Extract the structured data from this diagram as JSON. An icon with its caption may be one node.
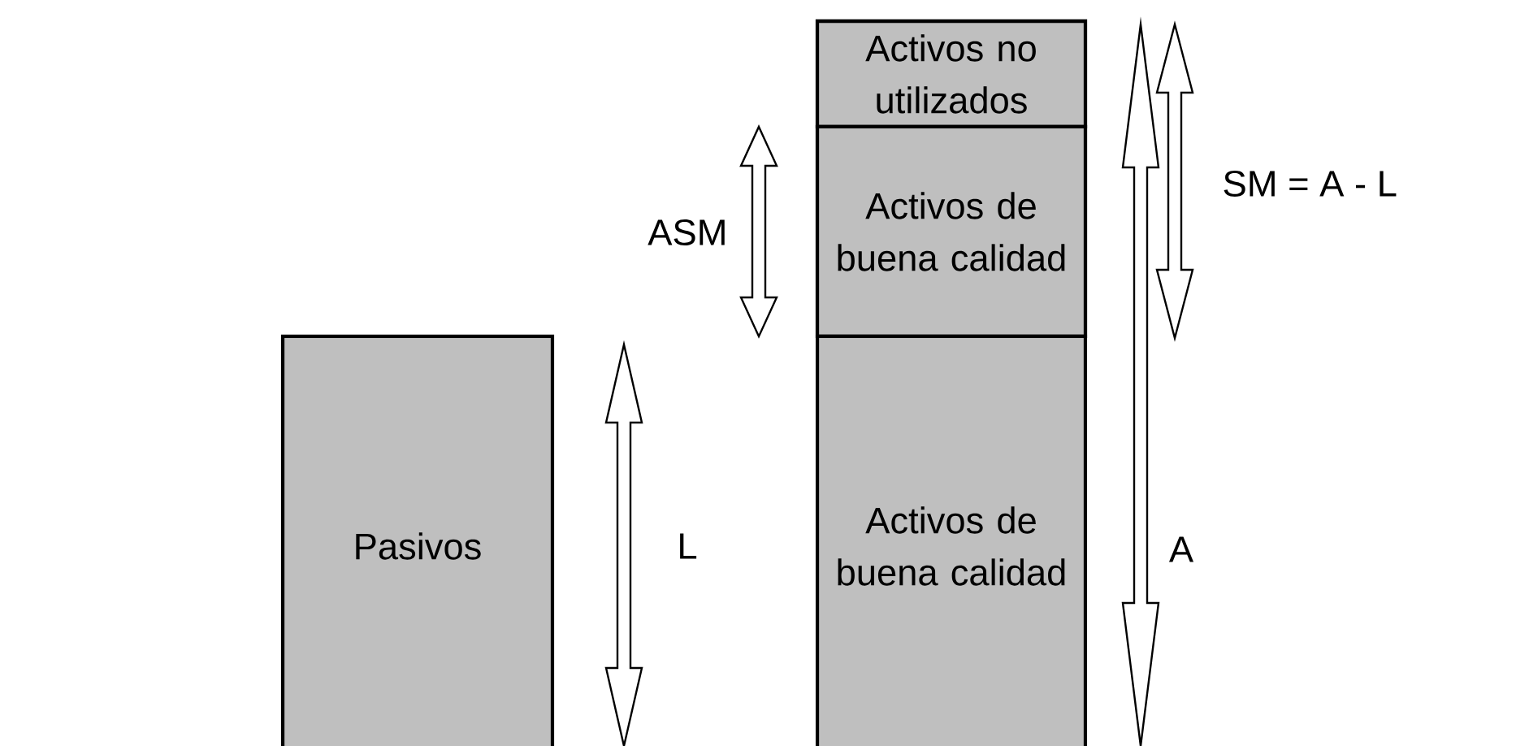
{
  "diagram": {
    "nodes": [
      {
        "text": [
          "Activos no utilizados"
        ]
      },
      {
        "text": [
          "Activos de buena calidad"
        ]
      },
      {
        "text": [
          "Pasivos"
        ]
      },
      {
        "text": [
          "Activos de buena calidad"
        ]
      }
    ],
    "labels": [
      "SM = A - L",
      "ASM",
      "L",
      "A"
    ]
  }
}
